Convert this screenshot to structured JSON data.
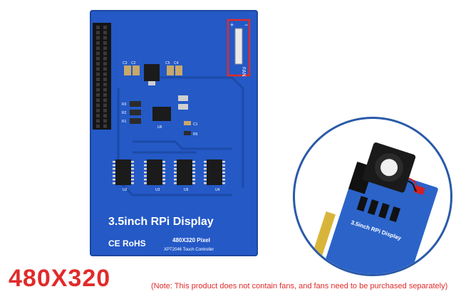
{
  "board": {
    "title": "3.5inch RPi Display",
    "resolution_pixel": "480X320 Pixel",
    "touch_controller": "XPT2046 Touch Controller",
    "cert_marks": "CE RoHS",
    "fan_label": "FAN",
    "fan_plus": "+",
    "fan_minus": "−",
    "component_labels": [
      "C3",
      "C2",
      "C5",
      "C4",
      "R3",
      "R2",
      "R1",
      "U6",
      "C1",
      "R5",
      "U2",
      "U3",
      "U5",
      "U4"
    ]
  },
  "inset": {
    "board_title": "3.5inch RPi Display"
  },
  "resolution_label": "480X320",
  "note": "(Note: This product does not contain fans, and fans need to be purchased separately)",
  "colors": {
    "pcb_blue": "#2459c6",
    "highlight_red": "#e02b2b",
    "chip_black": "#1b1b1b"
  }
}
